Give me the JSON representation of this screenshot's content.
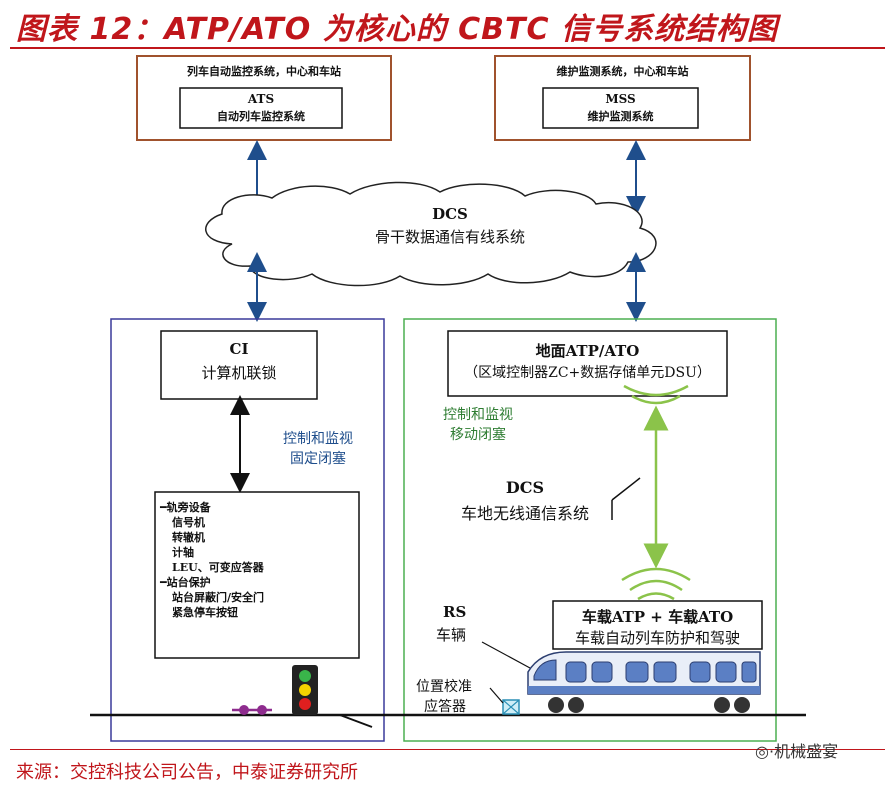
{
  "header": {
    "title": "图表 12：ATP/ATO 为核心的 CBTC 信号系统结构图"
  },
  "footer": {
    "source": "来源：交控科技公司公告，中泰证券研究所",
    "watermark": "机械盛宴"
  },
  "diagram": {
    "ats_box": {
      "caption": "列车自动监控系统，中心和车站",
      "name": "ATS",
      "desc": "自动列车监控系统"
    },
    "mss_box": {
      "caption": "维护监测系统，中心和车站",
      "name": "MSS",
      "desc": "维护监测系统"
    },
    "dcs_cloud": {
      "name": "DCS",
      "desc": "骨干数据通信有线系统"
    },
    "ci_box": {
      "name": "CI",
      "desc": "计算机联锁"
    },
    "ci_link_label": {
      "line1": "控制和监视",
      "line2": "固定闭塞"
    },
    "trackside_list": [
      "━轨旁设备",
      "信号机",
      "转辙机",
      "计轴",
      "LEU、可变应答器",
      "━站台保护",
      "站台屏蔽门/安全门",
      "紧急停车按钮"
    ],
    "ground_atp_box": {
      "name": "地面ATP/ATO",
      "desc": "（区域控制器ZC+数据存储单元DSU）"
    },
    "green_label": {
      "line1": "控制和监视",
      "line2": "移动闭塞"
    },
    "dcs_wireless": {
      "name": "DCS",
      "desc": "车地无线通信系统"
    },
    "rs_label": {
      "name": "RS",
      "desc": "车辆"
    },
    "onboard_box": {
      "line1": "车载ATP + 车载ATO",
      "line2": "车载自动列车防护和驾驶"
    },
    "balise_label": {
      "line1": "位置校准",
      "line2": "应答器"
    },
    "colors": {
      "title_red": "#c0161b",
      "ats_border": "#a0522d",
      "arrow_blue": "#1f4e8c",
      "left_panel_border": "#3a3a9a",
      "right_panel_border": "#4caf50",
      "green_text": "#2e7d32",
      "radio_green": "#8bc34a",
      "train_blue": "#5b7fc4"
    }
  }
}
